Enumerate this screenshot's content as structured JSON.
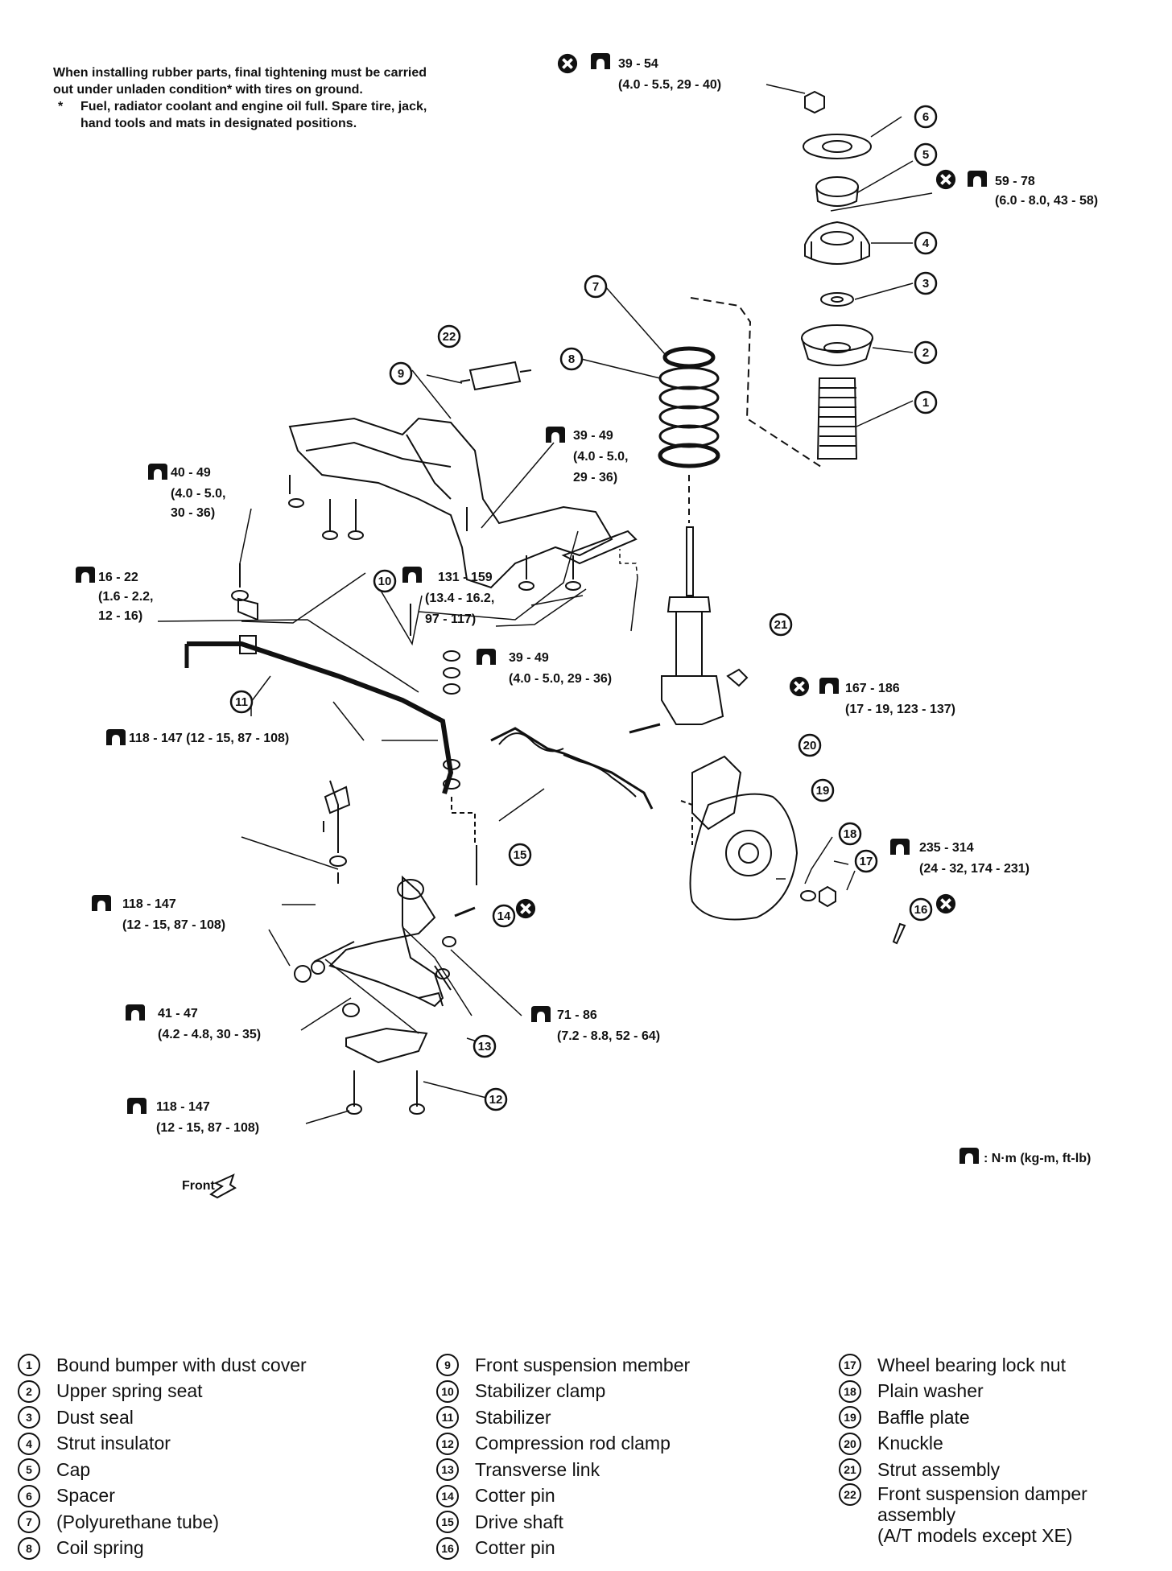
{
  "note": {
    "line1": "When installing rubber parts, final tightening must be carried out under unladen condition* with tires on ground.",
    "star": "*",
    "line2": "Fuel, radiator coolant and engine oil full. Spare tire, jack, hand tools and mats in designated positions."
  },
  "diagram": {
    "torque_specs": [
      {
        "id": "t1",
        "value": "39 - 54",
        "sub": "(4.0 - 5.5, 29 - 40)"
      },
      {
        "id": "t2",
        "value": "59 - 78",
        "sub": "(6.0 - 8.0, 43 - 58)"
      },
      {
        "id": "t3a",
        "value": "39 - 49",
        "sub": "(4.0 - 5.0,",
        "sub2": "29 - 36)"
      },
      {
        "id": "t4",
        "value": "40 - 49",
        "sub": "(4.0 - 5.0,",
        "sub2": "30 - 36)"
      },
      {
        "id": "t5",
        "value": "16 - 22",
        "sub": "(1.6 - 2.2,",
        "sub2": "12 - 16)"
      },
      {
        "id": "t6",
        "value": "131 - 159",
        "sub": "(13.4 - 16.2,",
        "sub2": "97 - 117)"
      },
      {
        "id": "t7",
        "value": "39 - 49",
        "sub": "(4.0 - 5.0, 29 - 36)"
      },
      {
        "id": "t8",
        "value": "167 - 186",
        "sub": "(17 - 19, 123 - 137)"
      },
      {
        "id": "t9",
        "value": "118 - 147 (12 - 15, 87 - 108)"
      },
      {
        "id": "t10",
        "value": "235 - 314",
        "sub": "(24 - 32, 174 - 231)"
      },
      {
        "id": "t11",
        "value": "118 - 147",
        "sub": "(12 - 15, 87 - 108)"
      },
      {
        "id": "t12",
        "value": "41 - 47",
        "sub": "(4.2 - 4.8, 30 - 35)"
      },
      {
        "id": "t13",
        "value": "71 - 86",
        "sub": "(7.2 - 8.8, 52 - 64)"
      },
      {
        "id": "t14",
        "value": "118 - 147",
        "sub": "(12 - 15, 87 - 108)"
      }
    ],
    "callouts": [
      "1",
      "2",
      "3",
      "4",
      "5",
      "6",
      "7",
      "8",
      "9",
      "10",
      "11",
      "12",
      "13",
      "14",
      "15",
      "16",
      "17",
      "18",
      "19",
      "20",
      "21",
      "22"
    ],
    "unit_key": ": N·m (kg-m, ft-lb)",
    "front_label": "Front"
  },
  "legend": {
    "col1": [
      {
        "num": "1",
        "text": "Bound bumper with dust cover"
      },
      {
        "num": "2",
        "text": "Upper spring seat"
      },
      {
        "num": "3",
        "text": "Dust seal"
      },
      {
        "num": "4",
        "text": "Strut insulator"
      },
      {
        "num": "5",
        "text": "Cap"
      },
      {
        "num": "6",
        "text": "Spacer"
      },
      {
        "num": "7",
        "text": "(Polyurethane tube)"
      },
      {
        "num": "8",
        "text": "Coil spring"
      }
    ],
    "col2": [
      {
        "num": "9",
        "text": "Front suspension member"
      },
      {
        "num": "10",
        "text": "Stabilizer clamp"
      },
      {
        "num": "11",
        "text": "Stabilizer"
      },
      {
        "num": "12",
        "text": "Compression rod clamp"
      },
      {
        "num": "13",
        "text": "Transverse link"
      },
      {
        "num": "14",
        "text": "Cotter pin"
      },
      {
        "num": "15",
        "text": "Drive shaft"
      },
      {
        "num": "16",
        "text": "Cotter pin"
      }
    ],
    "col3": [
      {
        "num": "17",
        "text": "Wheel bearing lock nut"
      },
      {
        "num": "18",
        "text": "Plain washer"
      },
      {
        "num": "19",
        "text": "Baffle plate"
      },
      {
        "num": "20",
        "text": "Knuckle"
      },
      {
        "num": "21",
        "text": "Strut assembly"
      },
      {
        "num": "22",
        "text": "Front suspension damper",
        "text2": "assembly",
        "text3": "(A/T models except XE)"
      }
    ]
  }
}
